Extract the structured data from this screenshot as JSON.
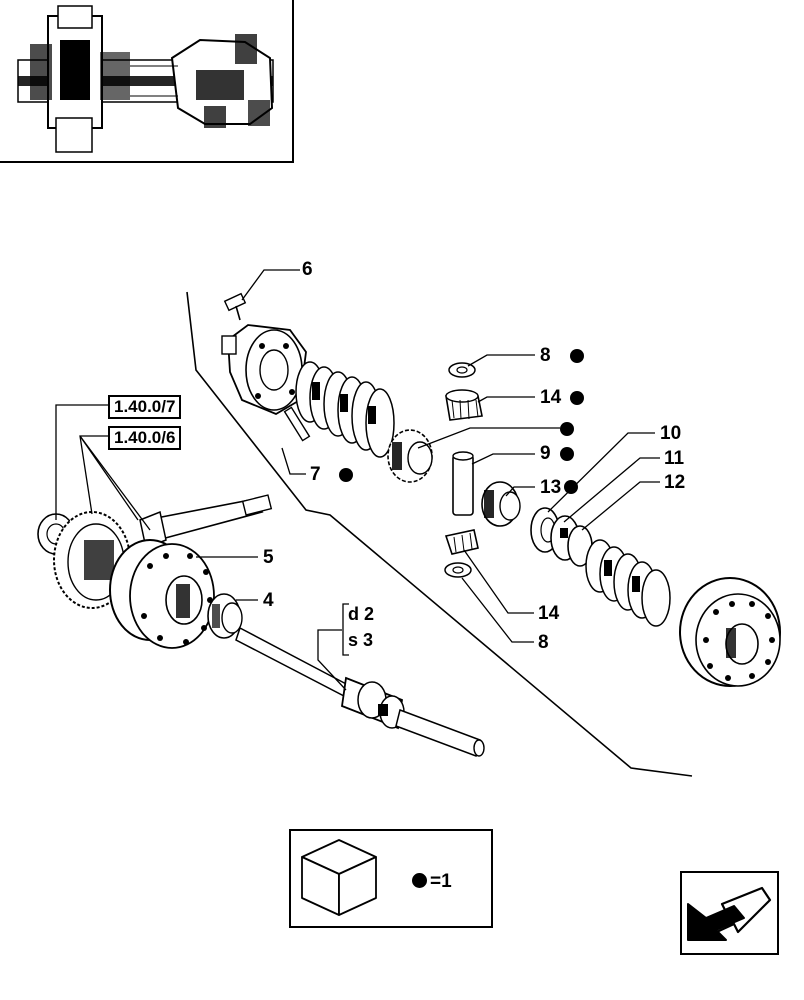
{
  "callouts": [
    {
      "id": "6",
      "text": "6",
      "kit": false
    },
    {
      "id": "8a",
      "text": "8",
      "kit": true
    },
    {
      "id": "14a",
      "text": "14",
      "kit": true
    },
    {
      "id": "9",
      "text": "9",
      "kit": true
    },
    {
      "id": "13",
      "text": "13",
      "kit": true
    },
    {
      "id": "10",
      "text": "10",
      "kit": false
    },
    {
      "id": "11",
      "text": "11",
      "kit": false
    },
    {
      "id": "12",
      "text": "12",
      "kit": false
    },
    {
      "id": "7",
      "text": "7",
      "kit": true
    },
    {
      "id": "5",
      "text": "5",
      "kit": false
    },
    {
      "id": "4",
      "text": "4",
      "kit": false
    },
    {
      "id": "14b",
      "text": "14",
      "kit": false
    },
    {
      "id": "8b",
      "text": "8",
      "kit": false
    }
  ],
  "references": [
    "1.40.0/7",
    "1.40.0/6"
  ],
  "shaft_variants": [
    "d 2",
    "s 3"
  ],
  "kit_legend": {
    "box_label": "KIT",
    "equation": "=1"
  },
  "colors": {
    "ink": "#000000",
    "paper": "#ffffff"
  },
  "icons": {
    "kit": "cube-icon",
    "navigation": "arrow-icon"
  }
}
